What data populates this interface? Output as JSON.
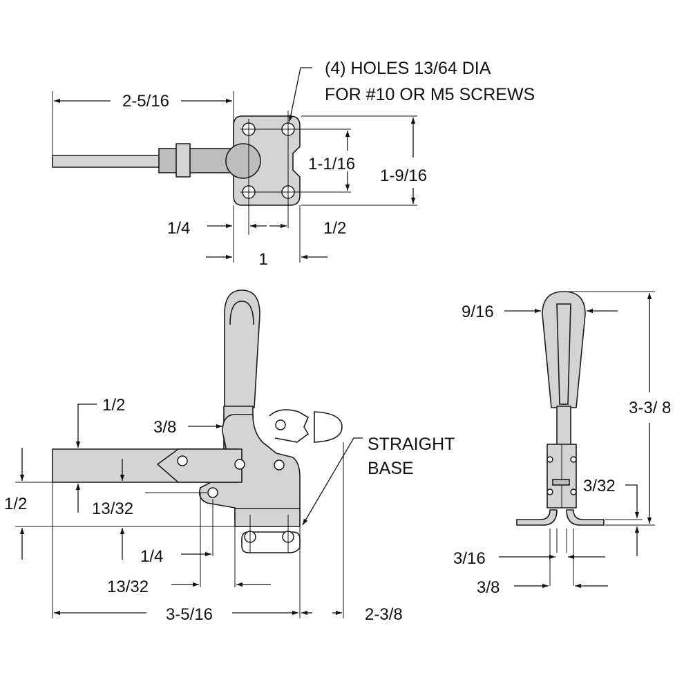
{
  "notes": {
    "holes_line1": "(4) HOLES 13/64 DIA",
    "holes_line2": "FOR #10 OR M5 SCREWS",
    "base_line1": "STRAIGHT",
    "base_line2": "BASE"
  },
  "top_view": {
    "overall_reach": "2-5/16",
    "hole_spacing_vertical": "1-1/16",
    "base_width": "1-9/16",
    "edge_to_hole": "1/4",
    "hole_spacing_horizontal": "1/2",
    "base_length": "1"
  },
  "side_view": {
    "bar_height": "1/2",
    "bar_to_base": "1/2",
    "bar_offset": "13/32",
    "pivot_offset": "3/8",
    "base_edge_to_hole": "1/4",
    "pivot_from_hole": "13/32",
    "bar_reach": "3-5/16",
    "open_clearance": "2-3/8"
  },
  "end_view": {
    "handle_width": "9/16",
    "overall_height": "3-3/ 8",
    "base_thickness": "3/32",
    "slot_width": "3/16",
    "upright_width": "3/8"
  }
}
